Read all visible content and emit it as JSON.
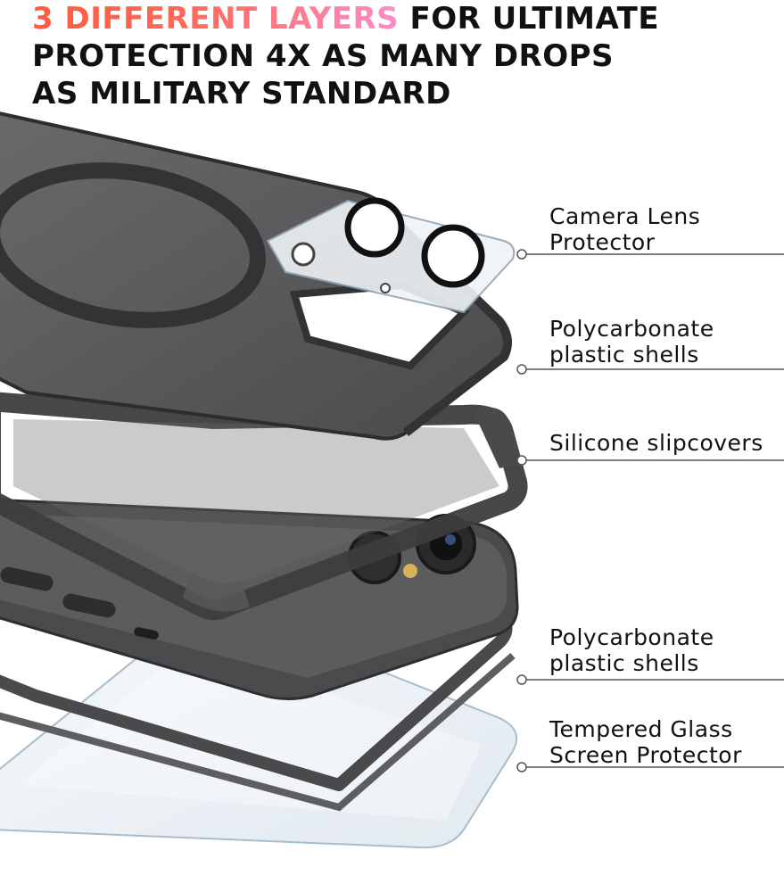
{
  "headline": {
    "accent": "3 DIFFERENT LAYERS",
    "rest": " FOR ULTIMATE",
    "line2": "PROTECTION 4X AS MANY DROPS",
    "line3": "AS MILITARY STANDARD"
  },
  "layers": [
    {
      "line1": "Camera Lens",
      "line2": "Protector"
    },
    {
      "line1": "Polycarbonate",
      "line2": "plastic shells"
    },
    {
      "line1": "Silicone slipcovers",
      "line2": ""
    },
    {
      "line1": "Polycarbonate",
      "line2": "plastic shells"
    },
    {
      "line1": "Tempered Glass",
      "line2": "Screen Protector"
    }
  ],
  "colors": {
    "accent_start": "#ff5a3c",
    "accent_end": "#ff8cc8",
    "case_dark": "#3a3a3c",
    "case_body": "#5a5a5c",
    "leader_line": "#555555"
  }
}
